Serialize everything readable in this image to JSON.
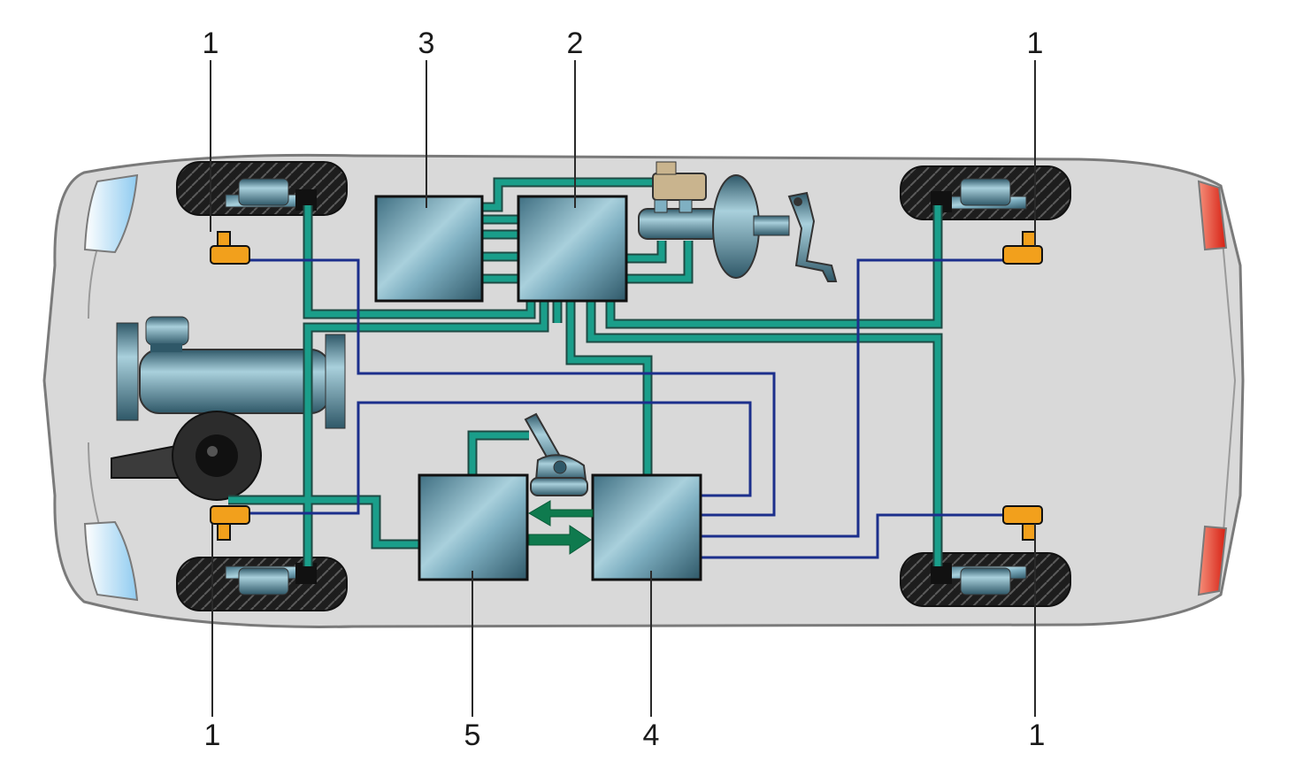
{
  "callouts": {
    "wheel_sensor_front_left": "1",
    "wheel_sensor_rear_left": "1",
    "wheel_sensor_front_right": "1",
    "wheel_sensor_rear_right": "1",
    "hydraulic_unit": "2",
    "pump_unit": "3",
    "control_unit": "4",
    "module_5": "5"
  },
  "colors": {
    "car_body": "#d9d9d9",
    "car_outline": "#7a7a7a",
    "hydraulic_line": "#1a9e8a",
    "sensor_wire": "#1c2f8c",
    "sensor": "#f2a01c",
    "signal_arrow": "#0f7a4e",
    "module_steel": "#5c8fa3",
    "headlight": "#bfe3f7",
    "taillight": "#e8392c"
  }
}
